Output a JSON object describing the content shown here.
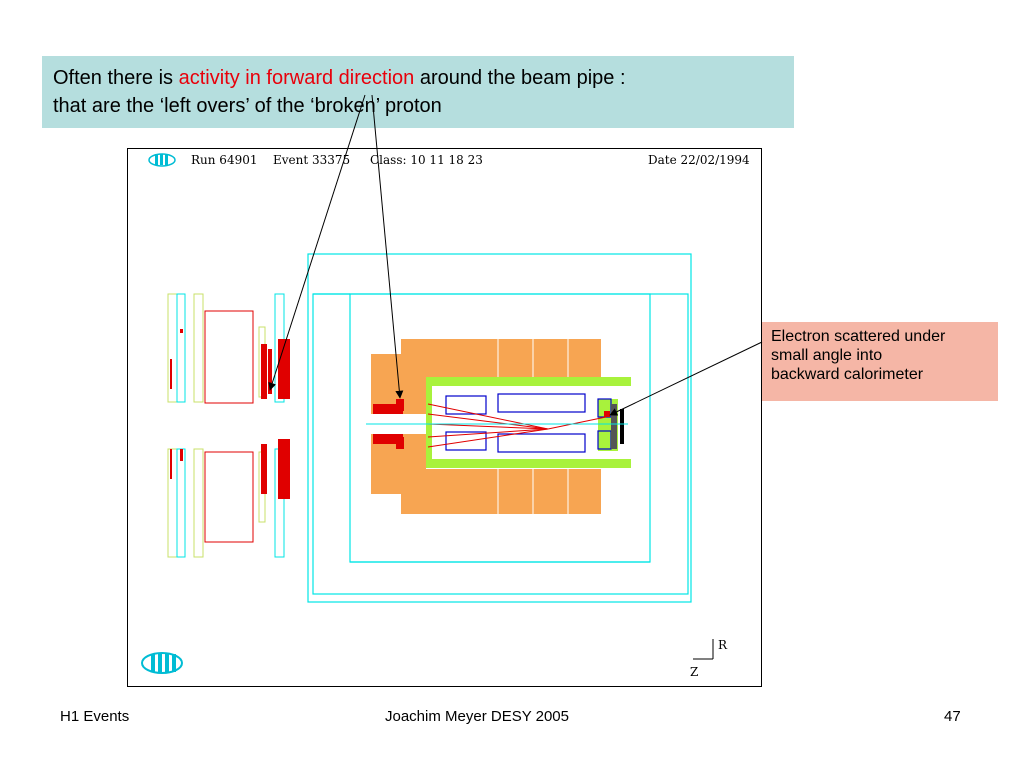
{
  "callout_top": {
    "text_before": "Often there is ",
    "text_highlight": "activity in forward direction",
    "text_after": " around the beam pipe :",
    "line2": "that are the ‘left overs’ of the ‘broken’ proton",
    "highlight_color": "#e8000b",
    "background": "#b5dede"
  },
  "callout_right": {
    "line1": "Electron scattered under",
    "line2": "small angle into",
    "line3": "backward calorimeter",
    "background": "#f5b6a6"
  },
  "event_display": {
    "run": "Run 64901",
    "event": "Event 33375",
    "class": "Class: 10 11 18 23",
    "date": "Date 22/02/1994",
    "axis_r": "R",
    "axis_z": "Z",
    "logo": "H1 logo",
    "colors": {
      "outline": "#00e5e5",
      "calorimeter": "#f7a552",
      "inner": "#a8f23c",
      "hits": "#e00000",
      "tracks": "#e00000",
      "chambers": "#0000cc"
    }
  },
  "footer": {
    "left": "H1 Events",
    "center": "Joachim Meyer  DESY  2005",
    "page": "47"
  }
}
